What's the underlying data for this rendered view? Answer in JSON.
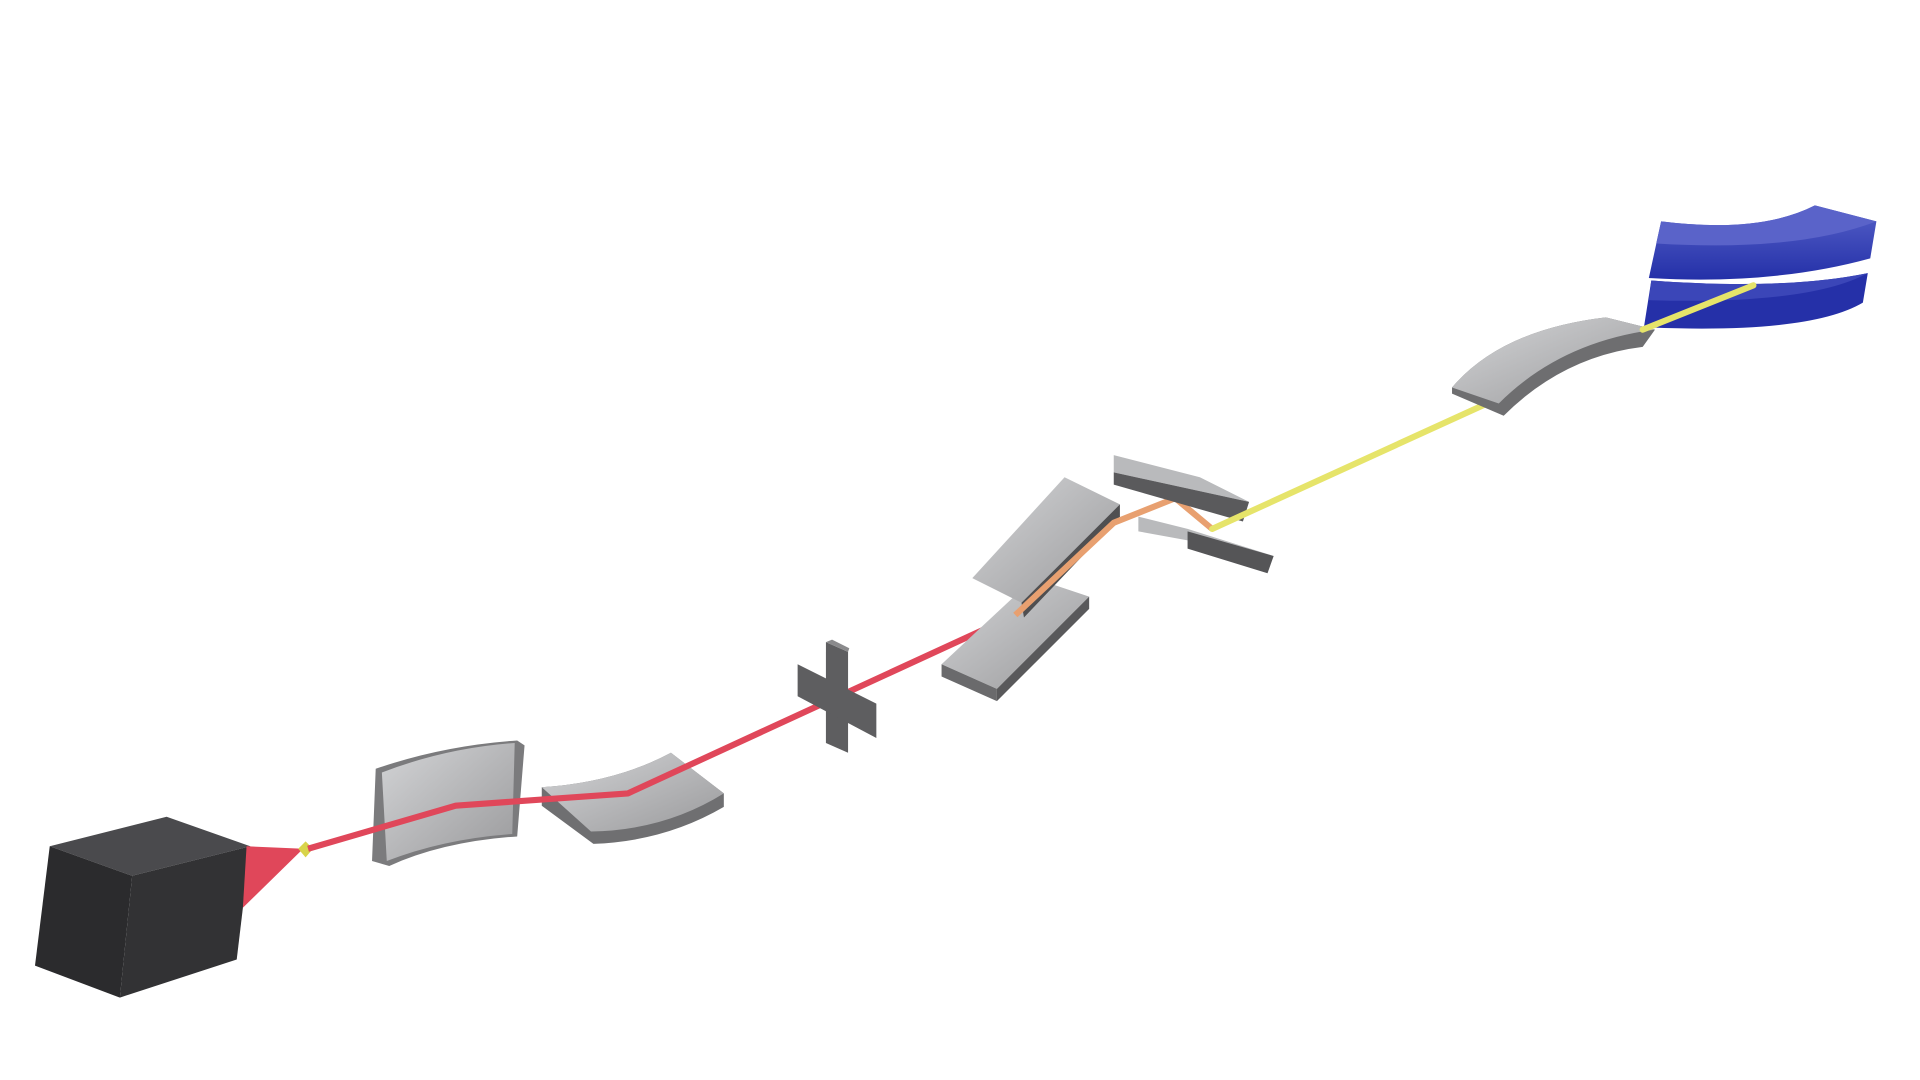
{
  "scene": {
    "description_type": "3D optical beam path render",
    "colors": {
      "background": "#ffffff",
      "source_block": "#2f2f31",
      "beam_red": "#e0475a",
      "beam_orange": "#e8a070",
      "beam_yellow": "#e6e46a",
      "optic_light": "#c4c5c7",
      "optic_dark": "#6a6a6a",
      "target_blue": "#2a35b0"
    },
    "components": [
      {
        "name": "laser-source",
        "icon": "cube"
      },
      {
        "name": "focusing-mirror-1",
        "icon": "curved-mirror"
      },
      {
        "name": "focusing-mirror-2",
        "icon": "curved-mirror"
      },
      {
        "name": "cross-aperture",
        "icon": "cross"
      },
      {
        "name": "fold-mirror-pair",
        "icon": "flat-mirror"
      },
      {
        "name": "prism-pair",
        "icon": "wedge"
      },
      {
        "name": "curved-mirror-3",
        "icon": "curved-mirror"
      },
      {
        "name": "target-electrodes",
        "icon": "curved-plates"
      }
    ]
  }
}
